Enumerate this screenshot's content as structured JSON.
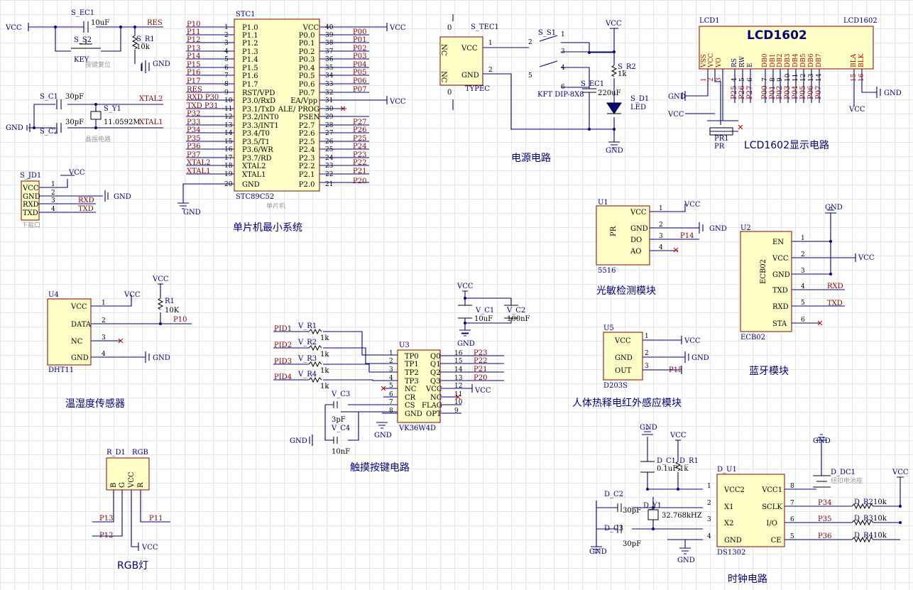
{
  "sections": {
    "mcu": "单片机最小系统",
    "power": "电源电路",
    "lcd": "LCD1602显示电路",
    "light": "光敏检测模块",
    "bt": "蓝牙模块",
    "dht": "温湿度传感器",
    "touch": "触摸按键电路",
    "pir": "人体热释电红外感应模块",
    "rgb": "RGB灯",
    "clock": "时钟电路"
  },
  "power": {
    "vcc": "VCC",
    "gnd": "GND"
  },
  "reset": {
    "s_ec1": "S_EC1",
    "c_val": "10uF",
    "res": "RES",
    "s_s2": "S_S2",
    "key": "KEY",
    "s_r1": "S_R1",
    "r_val": "10k",
    "note": "按键复位"
  },
  "crystal": {
    "c1": "S_C1",
    "c2": "S_C2",
    "cval": "30pF",
    "y1": "S_Y1",
    "freq": "11.0592M",
    "xtal1": "XTAL1",
    "xtal2": "XTAL2",
    "note": "晶振电路"
  },
  "header": {
    "ref": "S_JD1",
    "pins": [
      "VCC",
      "GND",
      "RXD",
      "TXD"
    ],
    "nums": [
      "1",
      "2",
      "3",
      "4"
    ],
    "rxd": "RXD",
    "txd": "TXD",
    "note": "下载口"
  },
  "mcu": {
    "ref": "STC1",
    "part": "STC89C52",
    "note": "单片机",
    "left_pins": [
      "P1.0",
      "P1.1",
      "P1.2",
      "P1.3",
      "P1.4",
      "P1.5",
      "P1.6",
      "P1.7",
      "RST/VPD",
      "P3.0/RxD",
      "P3.1/TxD",
      "P3.2/INT0",
      "P3.3/INT1",
      "P3.4/T0",
      "P3.5/T1",
      "P3.6/WR",
      "P3.7/RD",
      "XTAL2",
      "XTAL1",
      "GND"
    ],
    "left_nums": [
      "1",
      "2",
      "3",
      "4",
      "5",
      "6",
      "7",
      "8",
      "9",
      "10",
      "11",
      "12",
      "13",
      "14",
      "15",
      "16",
      "17",
      "18",
      "19",
      "20"
    ],
    "left_nets": [
      "P10",
      "P11",
      "P12",
      "P13",
      "P14",
      "P15",
      "P16",
      "P17",
      "RES",
      "RXD P30",
      "TXD P31",
      "P32",
      "P33",
      "P34",
      "P35",
      "P36",
      "P37",
      "XTAL2",
      "XTAL1",
      ""
    ],
    "right_pins": [
      "VCC",
      "P0.0",
      "P0.1",
      "P0.2",
      "P0.3",
      "P0.4",
      "P0.5",
      "P0.6",
      "P0.7",
      "EA/Vpp",
      "ALE/ PROG",
      "PSEN",
      "P2.7",
      "P2.6",
      "P2.5",
      "P2.4",
      "P2.3",
      "P2.2",
      "P2.1",
      "P2.0"
    ],
    "right_nums": [
      "40",
      "39",
      "38",
      "37",
      "36",
      "35",
      "34",
      "33",
      "32",
      "31",
      "30",
      "29",
      "28",
      "27",
      "26",
      "25",
      "24",
      "23",
      "22",
      "21"
    ],
    "right_nets": [
      "",
      "P00",
      "P01",
      "P02",
      "P03",
      "P04",
      "P05",
      "P06",
      "P07",
      "",
      "",
      "",
      "P27",
      "P26",
      "P25",
      "P24",
      "P23",
      "P22",
      "P21",
      "P20"
    ]
  },
  "power_ckt": {
    "tec": "S_TEC1",
    "nc": "NC",
    "vcc": "VCC",
    "gnd": "GND",
    "typec": "TYPEC",
    "zero": "0",
    "s1": "S_S1",
    "sw": "KFT DIP-8X8",
    "sw_nums": [
      "1",
      "2",
      "3",
      "4",
      "5",
      "6"
    ],
    "r2": "S_R2",
    "r2v": "1k",
    "ec1": "S_EC1",
    "ec1v": "220uF",
    "d1": "S_D1",
    "led": "LED"
  },
  "lcd": {
    "ref": "LCD1",
    "part": "LCD1602",
    "title": "LCD1602",
    "pins": [
      "VSS",
      "VCC",
      "VO",
      "RS",
      "RW",
      "E",
      "DB0",
      "DB1",
      "DB2",
      "DB3",
      "DB4",
      "DB5",
      "DB6",
      "DB7",
      "BLA",
      "BLK"
    ],
    "nums": [
      "1",
      "2",
      "3",
      "4",
      "5",
      "6",
      "7",
      "8",
      "9",
      "10",
      "11",
      "12",
      "13",
      "14",
      "15",
      "16"
    ],
    "nets": [
      "P25",
      "P26",
      "P27",
      "P00",
      "P01",
      "P02",
      "P03",
      "P04",
      "P05",
      "P06",
      "P07"
    ],
    "pr": "PR1",
    "prv": "PR"
  },
  "light": {
    "ref": "U1",
    "part": "5516",
    "body": "PR",
    "pins": [
      "VCC",
      "GND",
      "DO",
      "AO"
    ],
    "nums": [
      "1",
      "2",
      "3",
      "4"
    ],
    "p14": "P14"
  },
  "bt": {
    "ref": "U2",
    "part": "ECB02",
    "pins": [
      "EN",
      "VCC",
      "GND",
      "TXD",
      "RXD",
      "STA"
    ],
    "nums": [
      "1",
      "2",
      "3",
      "4",
      "5",
      "6"
    ],
    "rxd": "RXD",
    "txd": "TXD"
  },
  "dht": {
    "ref": "U4",
    "part": "DHT11",
    "pins": [
      "VCC",
      "DATA",
      "NC",
      "GND"
    ],
    "nums": [
      "1",
      "2",
      "3",
      "4"
    ],
    "r1": "R1",
    "r1v": "10K",
    "p10": "P10"
  },
  "touch": {
    "ref": "U3",
    "part": "VK36W4D",
    "pids": [
      "PID1",
      "PID2",
      "PID3",
      "PID4"
    ],
    "rs": [
      "V_R1",
      "V_R2",
      "V_R3",
      "V_R4"
    ],
    "rv": "1k",
    "left_pins": [
      "TP0",
      "TP1",
      "TP2",
      "TP3",
      "NC",
      "CR",
      "CS",
      "GND"
    ],
    "left_nums": [
      "1",
      "2",
      "3",
      "4",
      "5",
      "6",
      "7",
      "8"
    ],
    "right_pins": [
      "Q0",
      "Q1",
      "Q2",
      "Q3",
      "VCC",
      "NC",
      "FLAG",
      "OPT"
    ],
    "right_nums": [
      "16",
      "15",
      "14",
      "13",
      "12",
      "11",
      "10",
      "9"
    ],
    "right_nets": [
      "P23",
      "P22",
      "P21",
      "P20"
    ],
    "c1": "V_C1",
    "c1v": "10uF",
    "c2": "V_C2",
    "c2v": "100nF",
    "c3": "V_C3",
    "c3v": "3pF",
    "c4": "V_C4",
    "c4v": "10nF"
  },
  "pir": {
    "ref": "U5",
    "part": "D203S",
    "pins": [
      "VCC",
      "GND",
      "OUT"
    ],
    "nums": [
      "1",
      "2",
      "3"
    ],
    "p15": "P15"
  },
  "rgb": {
    "ref": "R_D1",
    "ref2": "RGB",
    "pins": [
      "B",
      "G",
      "VCC",
      "R"
    ],
    "p13": "P13",
    "p12": "P12",
    "p11": "P11"
  },
  "clock": {
    "ref": "D_U1",
    "part": "DS1302",
    "left_pins": [
      "VCC2",
      "X1",
      "X2",
      "GND"
    ],
    "left_nums": [
      "1",
      "2",
      "3",
      "4"
    ],
    "right_pins": [
      "VCC1",
      "SCLK",
      "I/O",
      "CE"
    ],
    "right_nums": [
      "8",
      "7",
      "6",
      "5"
    ],
    "nets": [
      "P34",
      "P35",
      "P36"
    ],
    "c1": "D_C1",
    "c1v": "0.1uF",
    "r1": "D_R1",
    "r1v": "1k",
    "c2": "D_C2",
    "c3": "D_C3",
    "cv": "30pF",
    "y1": "D_Y1",
    "freq": "32.768kHZ",
    "dc1": "D_DC1",
    "batt": "纽扣电池座",
    "rs": [
      "D_R2",
      "D_R3",
      "D_R4"
    ],
    "rv": "10k"
  }
}
